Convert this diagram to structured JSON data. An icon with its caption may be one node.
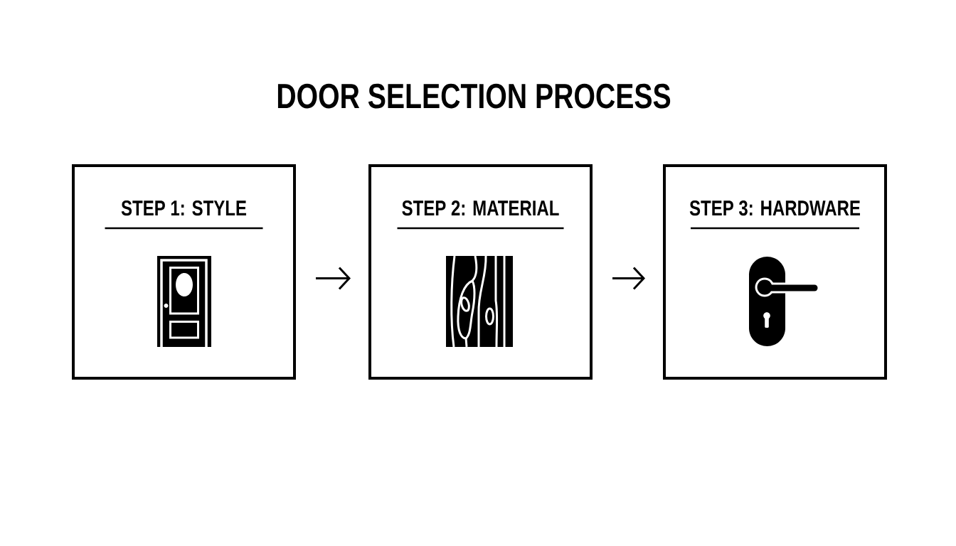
{
  "diagram": {
    "title": "DOOR SELECTION PROCESS",
    "nodes": [
      {
        "text": [
          "STEP 1: STYLE"
        ]
      },
      {
        "text": [
          "STEP 2: MATERIAL"
        ]
      },
      {
        "text": [
          "STEP 3: HARDWARE"
        ]
      }
    ],
    "edges": [
      {
        "from": 0,
        "to": 1,
        "arrow": "to"
      },
      {
        "from": 1,
        "to": 2,
        "arrow": "to"
      }
    ]
  }
}
